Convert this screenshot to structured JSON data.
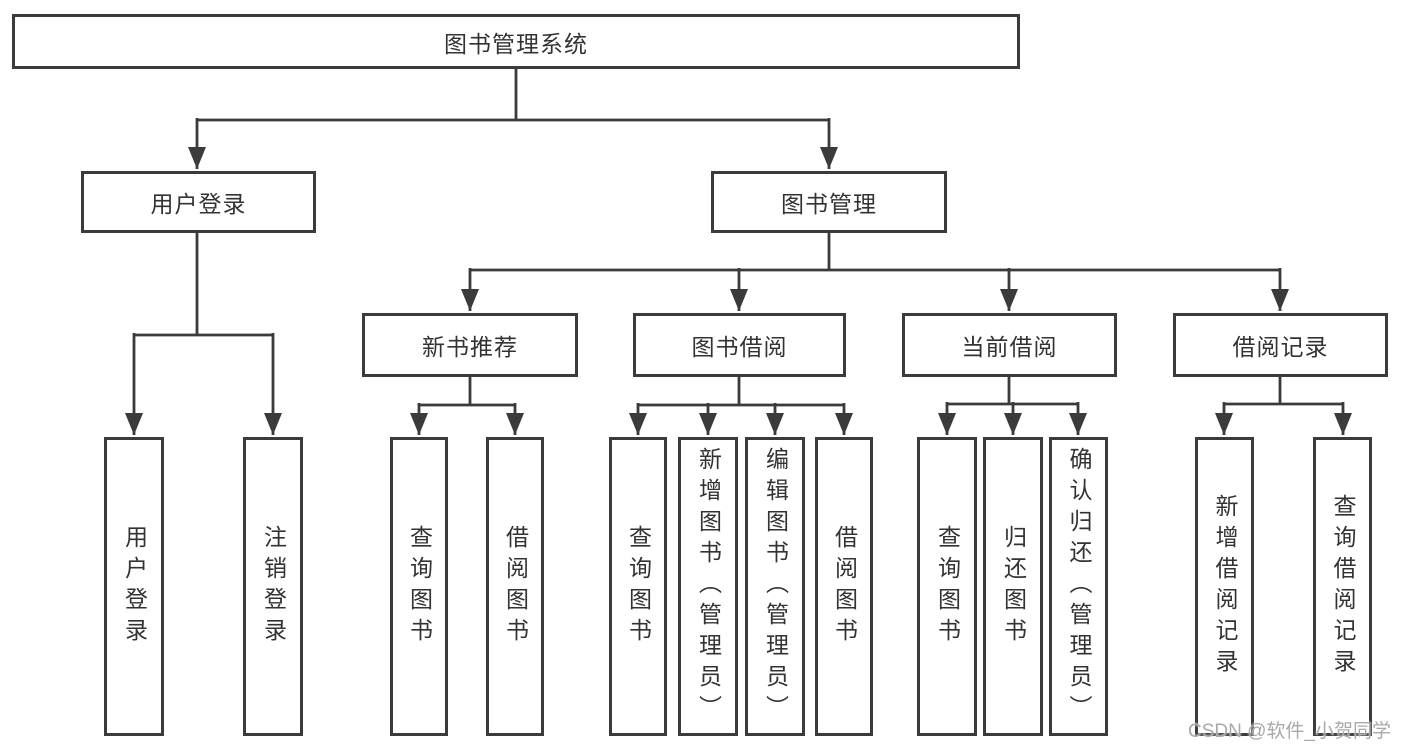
{
  "diagram": {
    "root": {
      "label": "图书管理系统"
    },
    "level1": [
      {
        "id": "user-login",
        "label": "用户登录"
      },
      {
        "id": "book-management",
        "label": "图书管理"
      }
    ],
    "level2": [
      {
        "id": "new-book-recommend",
        "label": "新书推荐"
      },
      {
        "id": "book-borrowing",
        "label": "图书借阅"
      },
      {
        "id": "current-borrowing",
        "label": "当前借阅"
      },
      {
        "id": "borrowing-records",
        "label": "借阅记录"
      }
    ],
    "leaves": [
      {
        "group": "user-login",
        "label": "用户登录"
      },
      {
        "group": "user-login",
        "label": "注销登录"
      },
      {
        "group": "new-book-recommend",
        "label": "查询图书"
      },
      {
        "group": "new-book-recommend",
        "label": "借阅图书"
      },
      {
        "group": "book-borrowing",
        "label": "查询图书"
      },
      {
        "group": "book-borrowing",
        "label": "新增图书（管理员）"
      },
      {
        "group": "book-borrowing",
        "label": "编辑图书（管理员）"
      },
      {
        "group": "book-borrowing",
        "label": "借阅图书"
      },
      {
        "group": "current-borrowing",
        "label": "查询图书"
      },
      {
        "group": "current-borrowing",
        "label": "归还图书"
      },
      {
        "group": "current-borrowing",
        "label": "确认归还（管理员）"
      },
      {
        "group": "borrowing-records",
        "label": "新增借阅记录"
      },
      {
        "group": "borrowing-records",
        "label": "查询借阅记录"
      }
    ]
  },
  "watermark": {
    "text": "CSDN @软件_小贺同学"
  },
  "colors": {
    "border": "#3b3b3b",
    "line": "#3b3b3b",
    "text": "#333333",
    "background": "#ffffff",
    "watermark": "#a9a9a9"
  }
}
